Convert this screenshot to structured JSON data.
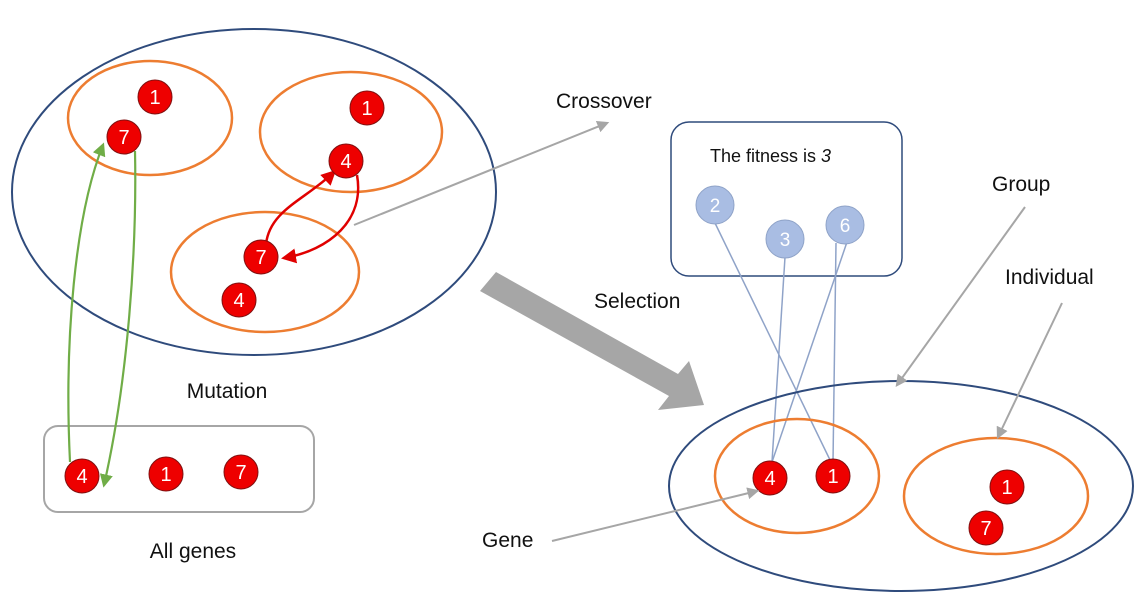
{
  "labels": {
    "crossover": "Crossover",
    "mutation": "Mutation",
    "all_genes": "All genes",
    "selection": "Selection",
    "group": "Group",
    "individual": "Individual",
    "gene": "Gene",
    "fitness_prefix": "The fitness is ",
    "fitness_value": "3"
  },
  "population": {
    "individual_a": [
      "1",
      "7"
    ],
    "individual_b": [
      "1",
      "4"
    ],
    "individual_c": [
      "7",
      "4"
    ]
  },
  "all_genes": [
    "4",
    "1",
    "7"
  ],
  "fitness_genes": [
    "2",
    "3",
    "6"
  ],
  "result": {
    "individual_a": [
      "4",
      "1"
    ],
    "individual_b": [
      "1",
      "7"
    ]
  },
  "colors": {
    "group_outline": "#2f4b7c",
    "individual_outline": "#ed7d31",
    "gene_fill": "#ee0000",
    "fitness_gene_fill": "#a9bde3",
    "mutation_arrow": "#70ad47",
    "crossover_arrow": "#e00000",
    "pointer": "#a6a6a6",
    "link": "#8fa3c8"
  }
}
